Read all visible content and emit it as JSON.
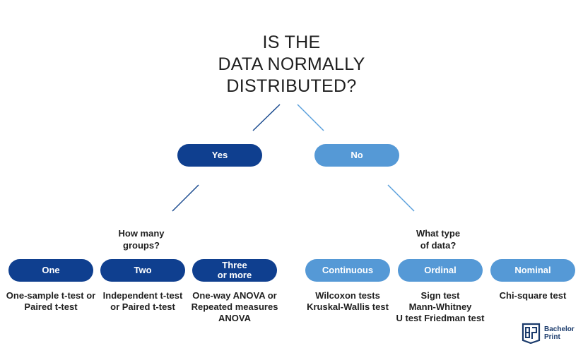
{
  "title": [
    "IS THE",
    "DATA NORMALLY",
    "DISTRIBUTED?"
  ],
  "branches": {
    "yes": "Yes",
    "no": "No"
  },
  "questions": {
    "groups": [
      "How many",
      "groups?"
    ],
    "data_type": [
      "What type",
      "of data?"
    ]
  },
  "options": {
    "one": "One",
    "two": "Two",
    "three": [
      "Three",
      "or more"
    ],
    "continuous": "Continuous",
    "ordinal": "Ordinal",
    "nominal": "Nominal"
  },
  "results": {
    "one": [
      "One-sample t-test or",
      "Paired t-test"
    ],
    "two": [
      "Independent t-test",
      "or Paired t-test"
    ],
    "three": [
      "One-way ANOVA or",
      "Repeated measures",
      "ANOVA"
    ],
    "continuous": [
      "Wilcoxon tests",
      "Kruskal-Wallis test"
    ],
    "ordinal": [
      "Sign test",
      "Mann-Whitney",
      "U test Friedman test"
    ],
    "nominal": [
      "Chi-square test"
    ]
  },
  "logo": [
    "Bachelor",
    "Print"
  ],
  "colors": {
    "dark_blue": "#0f3f8f",
    "light_blue": "#5599d6",
    "line_dark": "#1b4b8f",
    "line_light": "#5aa0dc"
  }
}
